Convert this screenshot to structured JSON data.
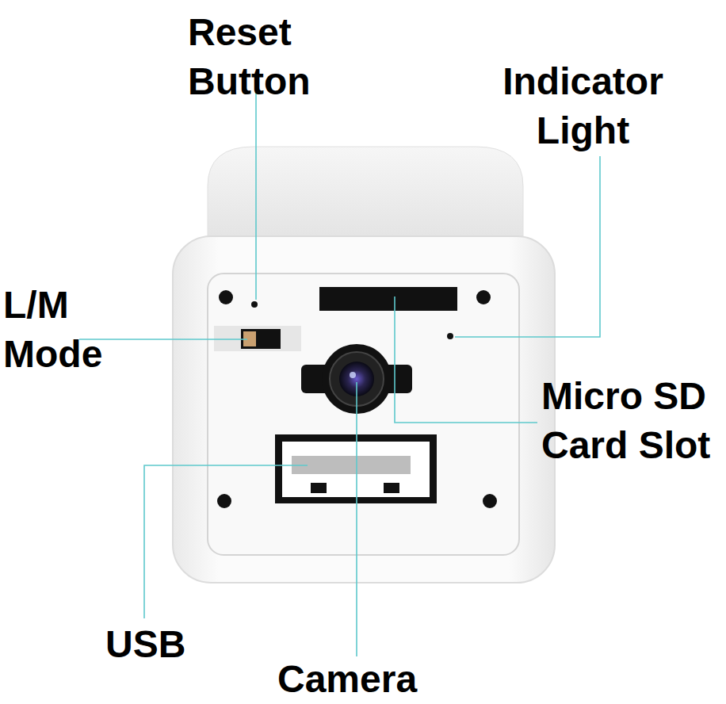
{
  "diagram": {
    "labels": [
      "Reset Button",
      "Indicator Light",
      "L/M Mode",
      "Micro SD Card Slot",
      "USB",
      "Camera"
    ]
  }
}
